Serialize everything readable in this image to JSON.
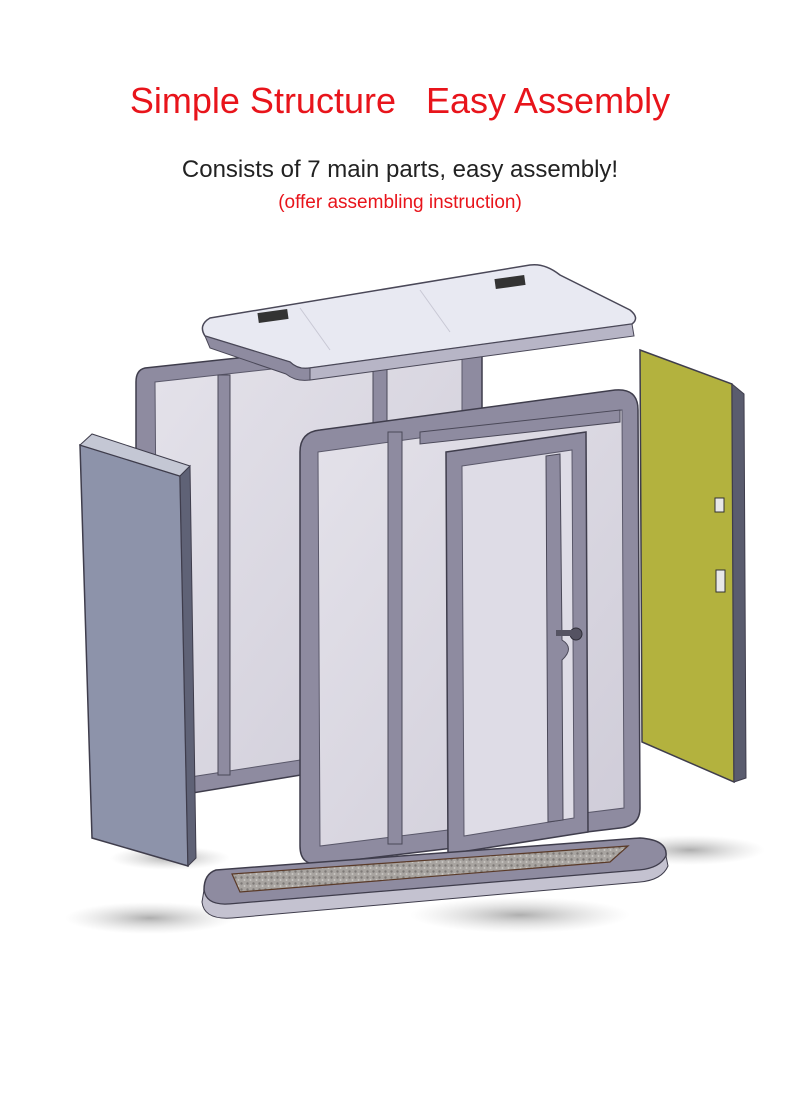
{
  "header": {
    "headline": "Simple Structure   Easy Assembly",
    "subtitle": "Consists of 7 main parts, easy assembly!",
    "note": "(offer assembling instruction)"
  },
  "colors": {
    "headline": "#e8141b",
    "subtitle": "#222222",
    "frame": "#8e8ba0",
    "glass": "#d9d7e2",
    "side_panel": "#8d93aa",
    "accent_panel": "#b3b23e",
    "carpet": "#a09c98"
  },
  "illustration": {
    "parts": [
      "roof-panel",
      "back-frame",
      "left-side-panel",
      "front-frame",
      "door",
      "right-side-panel",
      "floor-base"
    ]
  }
}
